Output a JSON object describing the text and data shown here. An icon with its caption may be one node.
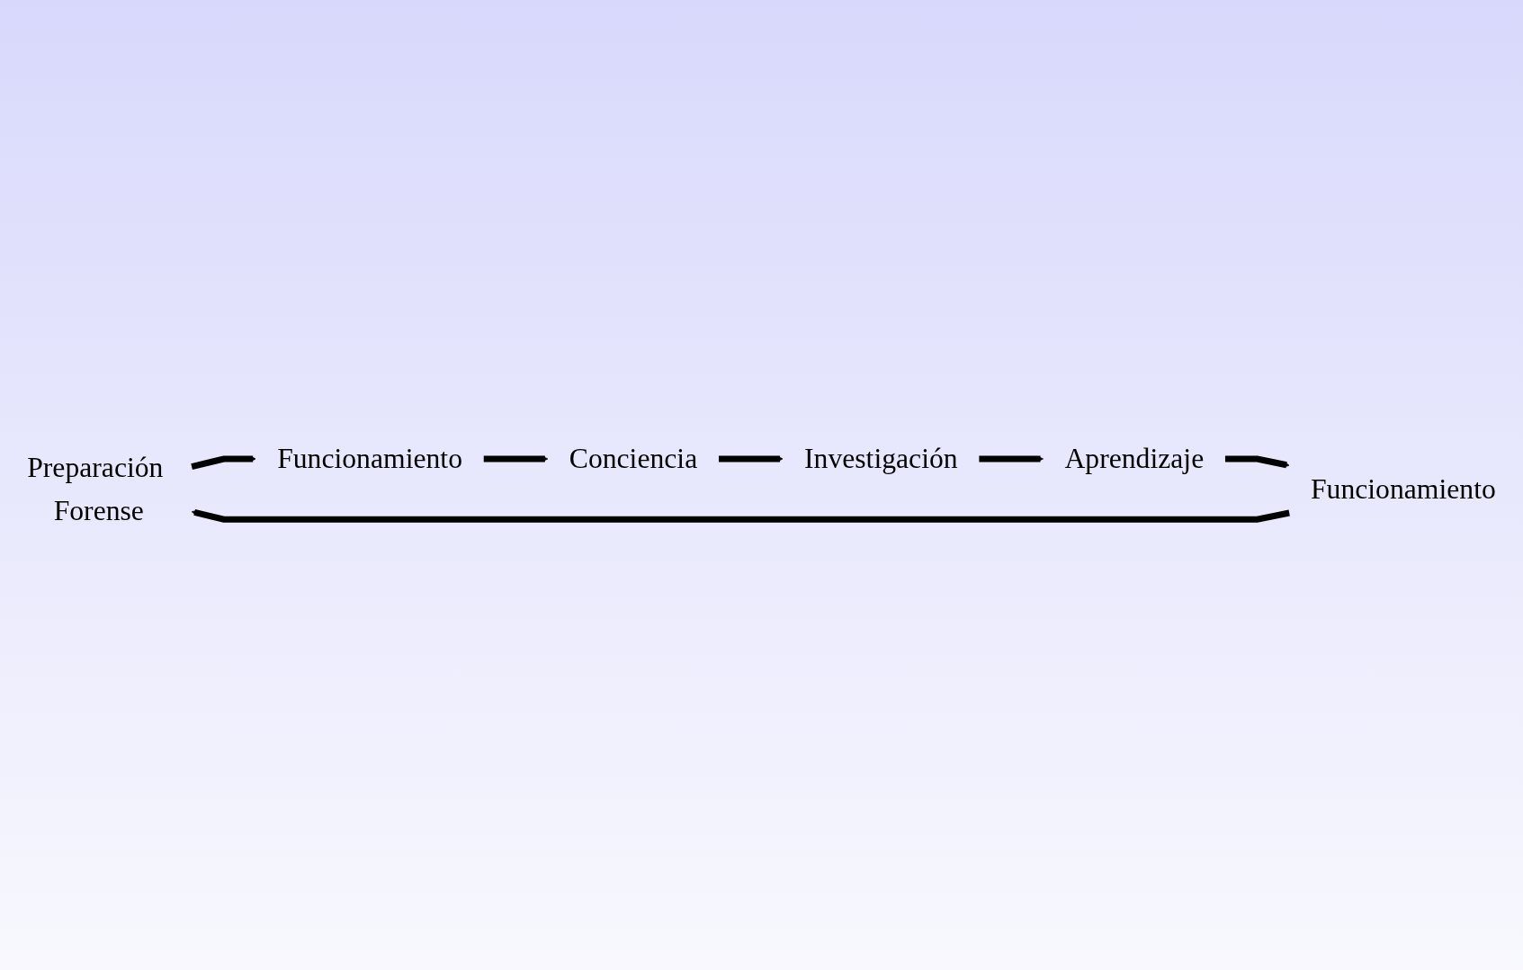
{
  "diagram": {
    "nodes": [
      {
        "text": [
          "Preparación Forense"
        ]
      },
      {
        "text": [
          "Funcionamiento"
        ]
      },
      {
        "text": [
          "Conciencia"
        ]
      },
      {
        "text": [
          "Investigación"
        ]
      },
      {
        "text": [
          "Aprendizaje"
        ]
      },
      {
        "text": [
          "Funcionamiento"
        ]
      }
    ],
    "edges": [
      {
        "from": 0,
        "to": 1,
        "arrow": "to"
      },
      {
        "from": 1,
        "to": 2,
        "arrow": "to"
      },
      {
        "from": 2,
        "to": 3,
        "arrow": "to"
      },
      {
        "from": 3,
        "to": 4,
        "arrow": "to"
      },
      {
        "from": 4,
        "to": 5,
        "arrow": "to"
      },
      {
        "from": 5,
        "to": 0,
        "arrow": "to"
      }
    ]
  }
}
